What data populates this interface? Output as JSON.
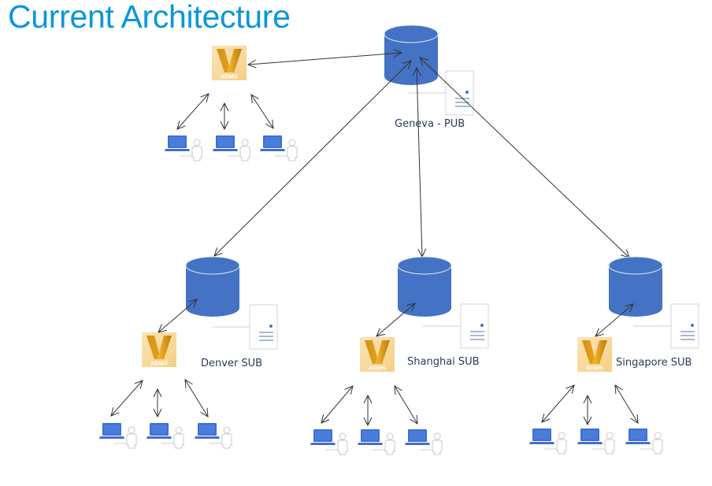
{
  "title": "Current Architecture",
  "colors": {
    "title": "#0b96d9",
    "database": "#4472c4",
    "adms_gold": "#e8a317",
    "laptop": "#3f6fd0",
    "arrow": "#333333"
  },
  "icons": {
    "database": "database-cylinder-icon",
    "server": "server-tower-icon",
    "adms": "adms-logo-icon",
    "laptop": "laptop-icon",
    "user": "user-person-icon"
  },
  "hub": {
    "name": "Geneva - PUB",
    "adms_label": "ADMS",
    "clients": 3
  },
  "subscribers": [
    {
      "name": "Denver SUB",
      "adms_label": "ADMS",
      "clients": 3
    },
    {
      "name": "Shanghai SUB",
      "adms_label": "ADMS",
      "clients": 3
    },
    {
      "name": "Singapore SUB",
      "adms_label": "ADMS",
      "clients": 3
    }
  ]
}
